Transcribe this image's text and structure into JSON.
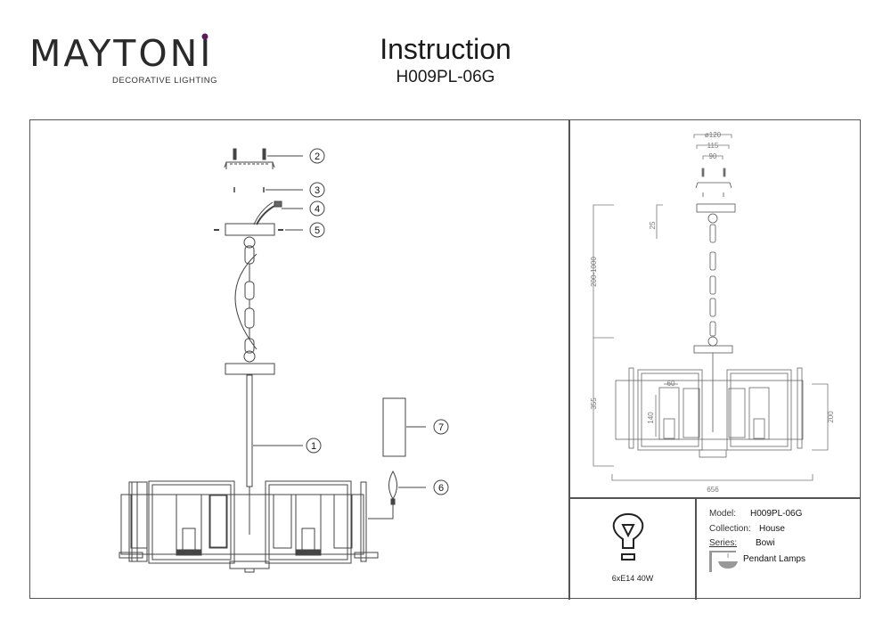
{
  "brand": {
    "name": "MAYTONI",
    "tagline": "DECORATIVE LIGHTING",
    "accent_color": "#5b1a5e"
  },
  "header": {
    "title": "Instruction",
    "model_code": "H009PL-06G"
  },
  "assembly_diagram": {
    "callouts": [
      "1",
      "2",
      "3",
      "4",
      "5",
      "6",
      "7"
    ]
  },
  "dimension_drawing": {
    "labels": {
      "canopy_diameter": "ø120",
      "bracket_width": "115",
      "mount_spacing": "90",
      "canopy_height": "25",
      "chain_length": "200-1000",
      "body_drop": "355",
      "shade_width": "60",
      "shade_height": "140",
      "body_height": "200",
      "overall_width": "656"
    }
  },
  "bulb_spec": {
    "icon": "light-bulb-icon",
    "text": "6xE14 40W"
  },
  "specs": {
    "model_label": "Model:",
    "model_value": "H009PL-06G",
    "collection_label": "Collection:",
    "collection_value": "House",
    "series_label": "Series:",
    "series_value": "Bowi",
    "type_icon": "pendant-lamp-icon",
    "type_value": "Pendant Lamps"
  }
}
